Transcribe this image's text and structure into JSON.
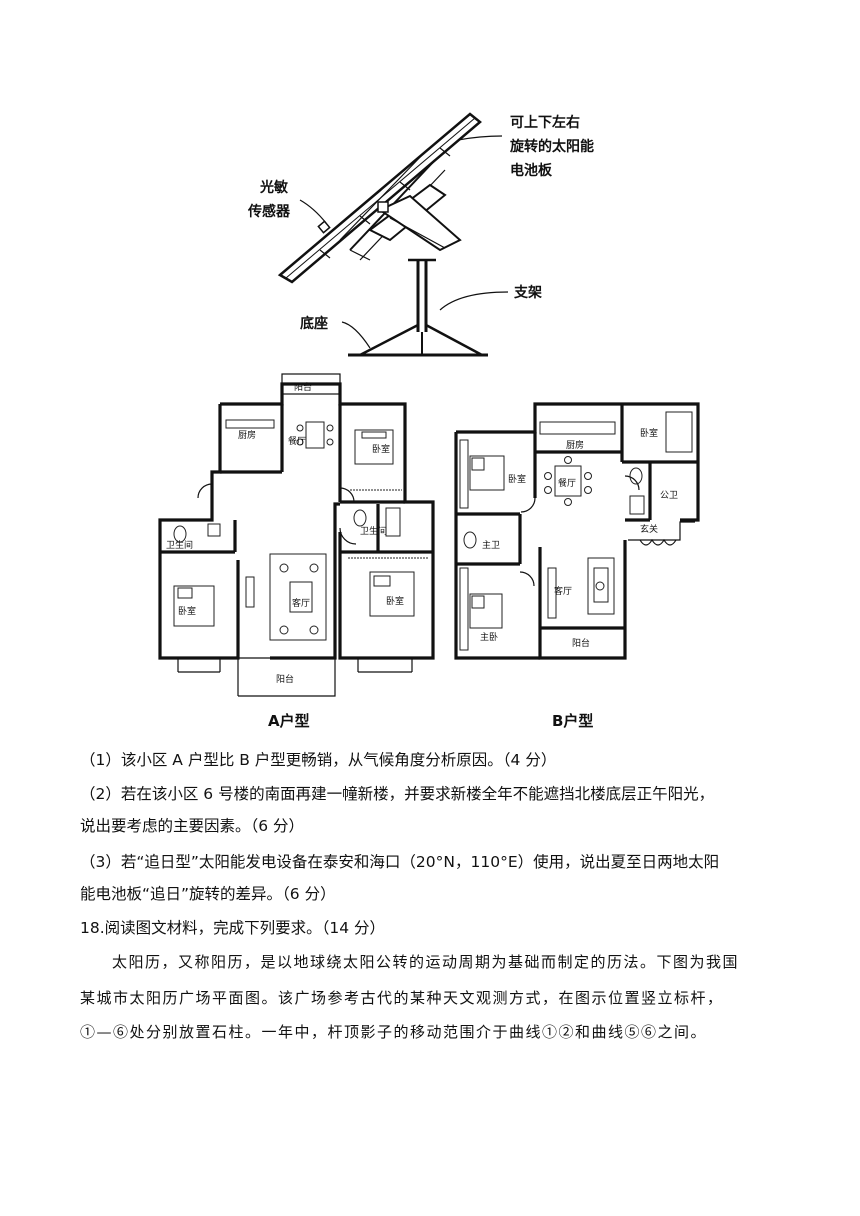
{
  "figure_solar": {
    "label_panel": [
      "可上下左右",
      "旋转的太阳能",
      "电池板"
    ],
    "label_sensor": [
      "光敏",
      "传感器"
    ],
    "label_stand": "支架",
    "label_base": "底座"
  },
  "figure_plans": {
    "plan_a": {
      "caption": "A户型",
      "rooms": {
        "balcony_top": "阳台",
        "kitchen": "厨房",
        "dining": "餐厅",
        "bedroom_ne": "卧室",
        "bathroom_w": "卫生间",
        "bathroom_e": "卫生间",
        "bedroom_w": "卧室",
        "living": "客厅",
        "bedroom_se": "卧室",
        "balcony_bottom": "阳台"
      }
    },
    "plan_b": {
      "caption": "B户型",
      "rooms": {
        "kitchen": "厨房",
        "bedroom_n": "卧室",
        "bedroom_w": "卧室",
        "dining": "餐厅",
        "public_bath": "公卫",
        "master_bath": "主卫",
        "foyer": "玄关",
        "living": "客厅",
        "master_bedroom": "主卧",
        "balcony": "阳台"
      }
    }
  },
  "questions": {
    "q1": "（1）该小区 A 户型比 B 户型更畅销，从气候角度分析原因。（4 分）",
    "q2_line1": "（2）若在该小区 6 号楼的南面再建一幢新楼，并要求新楼全年不能遮挡北楼底层正午阳光，",
    "q2_line2": "说出要考虑的主要因素。（6 分）",
    "q3_line1": "（3）若“追日型”太阳能发电设备在泰安和海口（20°N，110°E）使用，说出夏至日两地太阳",
    "q3_line2": "能电池板“追日”旋转的差异。（6 分）"
  },
  "q18": {
    "heading": "18.阅读图文材料，完成下列要求。（14 分）",
    "para_line1": "太阳历，又称阳历，是以地球绕太阳公转的运动周期为基础而制定的历法。下图为我国",
    "para_line2": "某城市太阳历广场平面图。该广场参考古代的某种天文观测方式，在图示位置竖立标杆，",
    "para_line3": "①—⑥处分别放置石柱。一年中，杆顶影子的移动范围介于曲线①②和曲线⑤⑥之间。"
  }
}
